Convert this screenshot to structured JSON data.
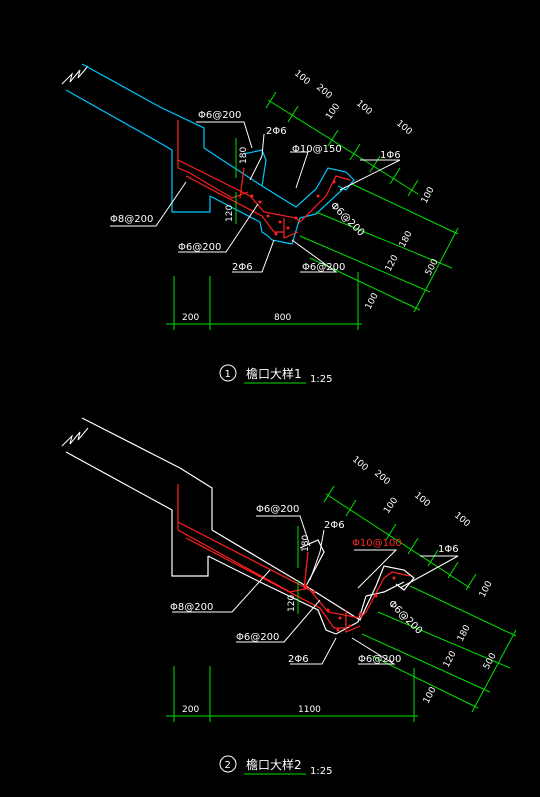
{
  "colors": {
    "background": "#000000",
    "outline1": "#00c8ff",
    "outline2": "#ffffff",
    "rebar": "#ff2020",
    "dimension": "#00e000",
    "leader": "#ffffff"
  },
  "detail1": {
    "number": "1",
    "title": "檐口大样1",
    "scale": "1:25",
    "labels": {
      "phi6_200_top": "Φ6@200",
      "two_phi6_top": "2Φ6",
      "phi10_150": "Φ10@150",
      "one_phi6": "1Φ6",
      "phi8_200": "Φ8@200",
      "phi6_200_left": "Φ6@200",
      "phi6_200_right": "Φ6@200",
      "two_phi6_bottom": "2Φ6",
      "phi6_200_bottom": "Φ6@200"
    },
    "dims": {
      "top": [
        "100",
        "200",
        "100",
        "100",
        "100"
      ],
      "inner_180": "180",
      "inner_120": "120",
      "right": [
        "100",
        "180",
        "120",
        "100"
      ],
      "right_total": "500",
      "bottom": [
        "200",
        "800"
      ]
    }
  },
  "detail2": {
    "number": "2",
    "title": "檐口大样2",
    "scale": "1:25",
    "labels": {
      "phi6_200_top": "Φ6@200",
      "two_phi6_top": "2Φ6",
      "phi10_100": "Φ10@100",
      "one_phi6": "1Φ6",
      "phi8_200": "Φ8@200",
      "phi6_200_left": "Φ6@200",
      "phi6_200_right": "Φ6@200",
      "two_phi6_bottom": "2Φ6",
      "phi6_200_bottom": "Φ6@200"
    },
    "dims": {
      "top": [
        "100",
        "200",
        "100",
        "100",
        "100"
      ],
      "inner_180": "180",
      "inner_120": "120",
      "right": [
        "100",
        "180",
        "120",
        "100"
      ],
      "right_total": "500",
      "bottom": [
        "200",
        "1100"
      ]
    }
  }
}
